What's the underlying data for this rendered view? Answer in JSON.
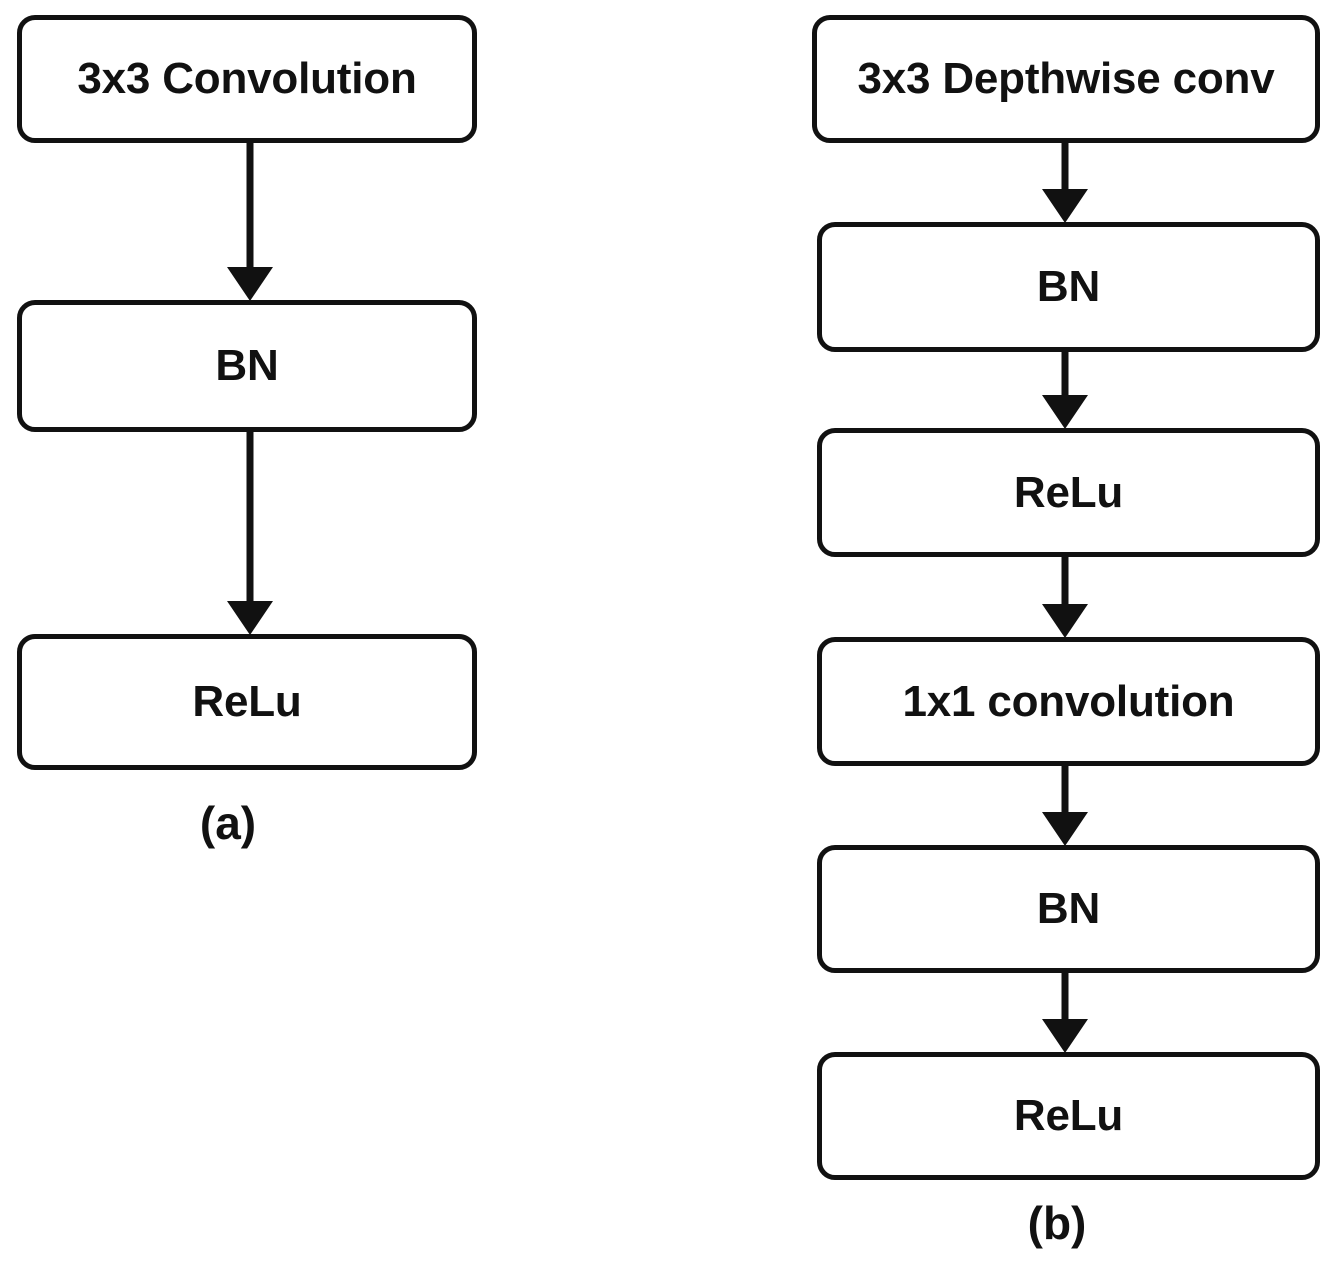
{
  "figure": {
    "background_color": "#ffffff",
    "stroke_color": "#111111",
    "text_color": "#111111",
    "panels": [
      {
        "id": "a",
        "caption": "(a)",
        "nodes": [
          {
            "label": "3x3 Convolution"
          },
          {
            "label": "BN"
          },
          {
            "label": "ReLu"
          }
        ],
        "arrows": [
          {
            "from": "3x3 Convolution",
            "to": "BN",
            "style": "solid-arrow-down"
          },
          {
            "from": "BN",
            "to": "ReLu",
            "style": "solid-arrow-down"
          }
        ]
      },
      {
        "id": "b",
        "caption": "(b)",
        "nodes": [
          {
            "label": "3x3 Depthwise conv"
          },
          {
            "label": "BN"
          },
          {
            "label": "ReLu"
          },
          {
            "label": "1x1 convolution"
          },
          {
            "label": "BN"
          },
          {
            "label": "ReLu"
          }
        ],
        "arrows": [
          {
            "from": "3x3 Depthwise conv",
            "to": "BN",
            "style": "solid-arrow-down"
          },
          {
            "from": "BN",
            "to": "ReLu",
            "style": "solid-arrow-down"
          },
          {
            "from": "ReLu",
            "to": "1x1 convolution",
            "style": "solid-arrow-down"
          },
          {
            "from": "1x1 convolution",
            "to": "BN",
            "style": "solid-arrow-down"
          },
          {
            "from": "BN",
            "to": "ReLu",
            "style": "solid-arrow-down"
          }
        ]
      }
    ]
  }
}
